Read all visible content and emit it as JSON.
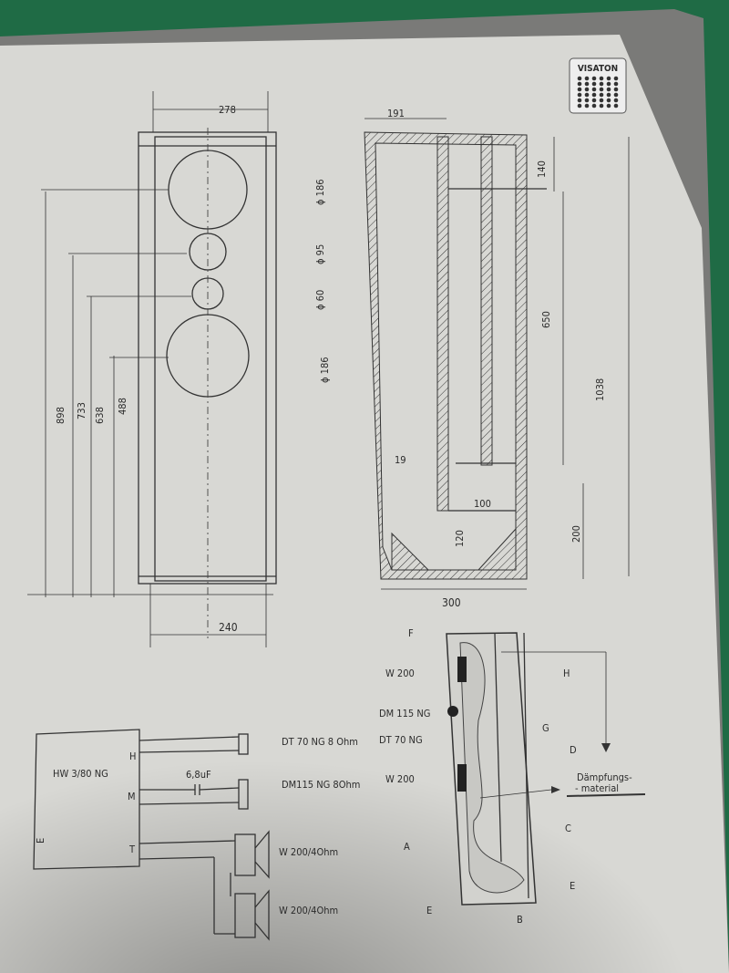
{
  "logo": {
    "text": "VISATON"
  },
  "front_view": {
    "top_width": "278",
    "bottom_width": "240",
    "heights": [
      "898",
      "733",
      "638",
      "488"
    ]
  },
  "side_view": {
    "top_depth": "191",
    "dims": [
      "140",
      "650",
      "1038",
      "200"
    ],
    "diameters": [
      "ϕ 186",
      "ϕ 95",
      "ϕ 60",
      "ϕ 186"
    ],
    "wall": "19",
    "inner_bottom": "120",
    "inner_width": "100",
    "bottom_depth": "300"
  },
  "section": {
    "labels": {
      "F": "F",
      "H": "H",
      "G": "G",
      "D": "D",
      "C": "C",
      "A": "A",
      "E1": "E",
      "E2": "E",
      "B": "B"
    },
    "drivers": [
      "W 200",
      "DM 115 NG",
      "DT 70 NG",
      "W 200"
    ],
    "damping": "Dämpfungs-\n- material",
    "damping_line1": "Dämpfungs-",
    "damping_line2": "- material"
  },
  "wiring": {
    "crossover": "HW 3/80 NG",
    "terminals": {
      "H": "H",
      "M": "M",
      "T": "T",
      "E": "E"
    },
    "capacitor": "6,8uF",
    "speakers": [
      "DT 70 NG 8 Ohm",
      "DM115 NG 8Ohm",
      "W 200/4Ohm",
      "W 200/4Ohm"
    ]
  },
  "colors": {
    "paper": "#d9d9d5",
    "ink": "#2b2b2b",
    "binder": "#1f6b45"
  }
}
